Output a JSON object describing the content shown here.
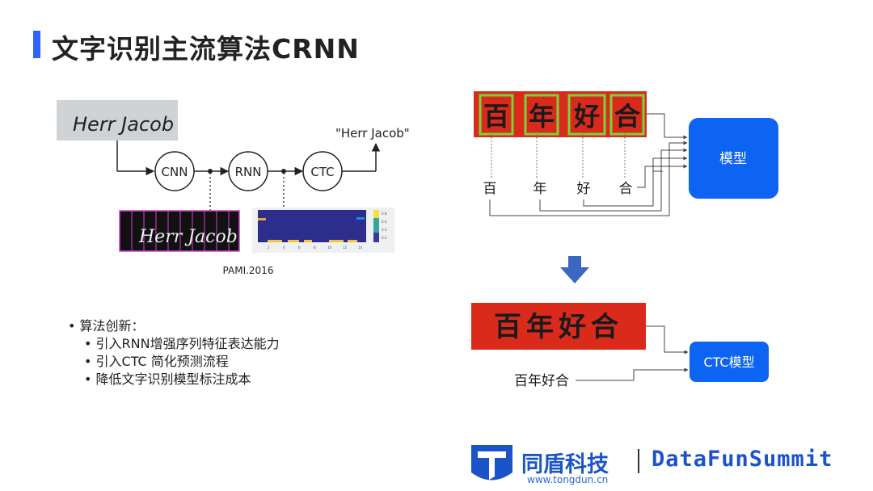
{
  "slide": {
    "title": "文字识别主流算法CRNN"
  },
  "left_diagram": {
    "output_text": "\"Herr Jacob\"",
    "nodes": [
      "CNN",
      "RNN",
      "CTC"
    ],
    "input_image_text": "Herr Jacob",
    "feature_map_text": "Herr Jacob",
    "heatmap_axis_x": [
      "2",
      "4",
      "6",
      "8",
      "10",
      "12",
      "14"
    ],
    "heatmap_colorbar": [
      "0.8",
      "0.6",
      "0.4",
      "0.2"
    ],
    "caption": "PAMI.2016"
  },
  "bullets": {
    "heading": "算法创新：",
    "items": [
      "引入RNN增强序列特征表达能力",
      "引入CTC 简化预测流程",
      "降低文字识别模型标注成本"
    ]
  },
  "right_top": {
    "banner_chars": [
      "百",
      "年",
      "好",
      "合"
    ],
    "char_labels": [
      "百",
      "年",
      "好",
      "合"
    ],
    "model_label": "模型"
  },
  "right_bottom": {
    "banner_text": "百年好合",
    "label_text": "百年好合",
    "model_label": "CTC模型"
  },
  "footer": {
    "brand_cn": "同盾科技",
    "url": "www.tongdun.cn",
    "summit": "DataFunSummit"
  },
  "colors": {
    "accent_blue": "#2f63ff",
    "model_blue": "#0d63f2",
    "banner_red": "#d92a1c",
    "box_green": "#79d43b",
    "brand_blue": "#1b54c9"
  }
}
